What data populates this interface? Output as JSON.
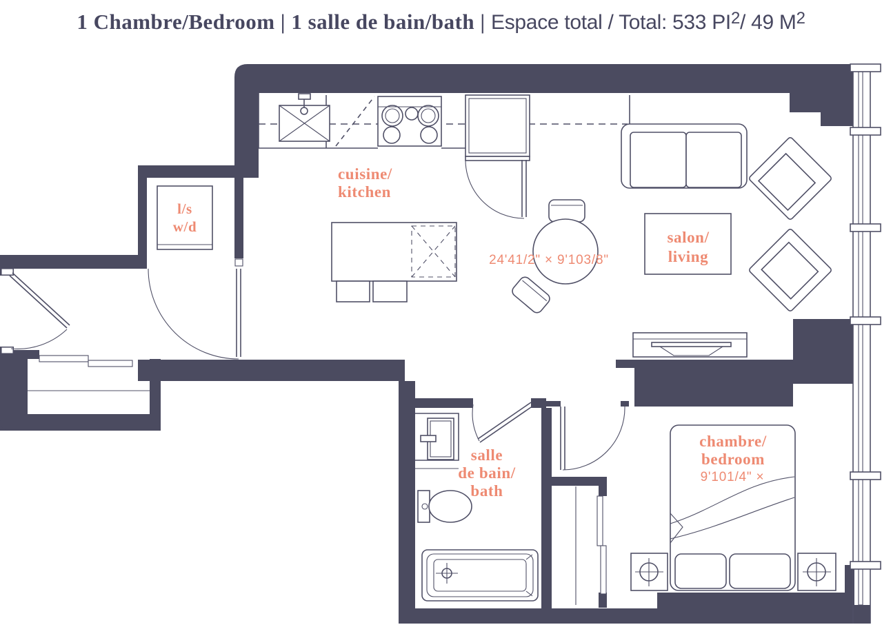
{
  "title": {
    "serif_part": "1 Chambre/Bedroom | 1 salle de bain/bath | ",
    "sans_part_1": "Espace total / Total: 533 PI",
    "sup_1": "2",
    "sans_part_2": "/ 49 M",
    "sup_2": "2"
  },
  "rooms": {
    "laundry": {
      "line1": "l/s",
      "line2": "w/d"
    },
    "kitchen": {
      "line1": "cuisine/",
      "line2": "kitchen"
    },
    "living": {
      "line1": "salon/",
      "line2": "living"
    },
    "bath": {
      "line1": "salle",
      "line2": "de bain/",
      "line3": "bath"
    },
    "bedroom": {
      "line1": "chambre/",
      "line2": "bedroom",
      "dimension": "9'101/4\" ×"
    }
  },
  "dimensions": {
    "living_kitchen": "24'41/2\" × 9'103/8\""
  },
  "summary": {
    "bedrooms": "1 Chambre/Bedroom",
    "bathrooms": "1 salle de bain/bath",
    "total_area_label": "Espace total / Total",
    "total_area_sqft": "533",
    "total_area_sqm": "49"
  },
  "colors": {
    "wall": "#4b4b60",
    "accent": "#ee8a72",
    "title_text": "#474760"
  }
}
